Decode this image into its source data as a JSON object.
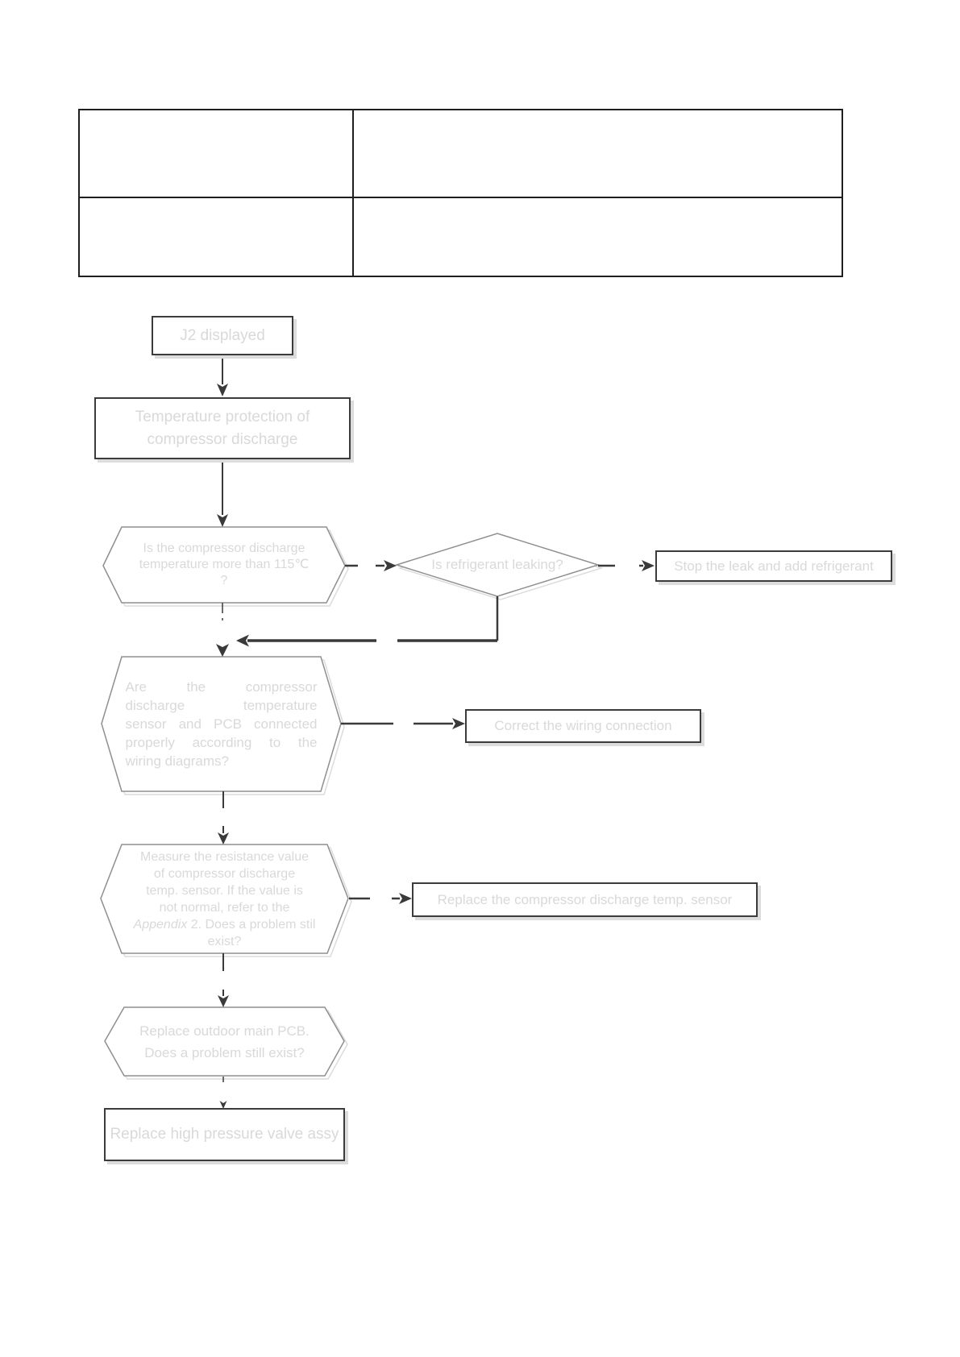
{
  "flowchart": {
    "start": {
      "label": "J2 displayed"
    },
    "protection": {
      "lines": [
        "Temperature protection of",
        "compressor discharge"
      ]
    },
    "q_temp": {
      "lines": [
        "Is the compressor discharge",
        "temperature more than 115℃",
        "?"
      ]
    },
    "q_leak": {
      "label": "Is refrigerant leaking?"
    },
    "stop_leak": {
      "label": "Stop the leak and add refrigerant"
    },
    "q_wiring": {
      "lines": [
        "Are the compressor",
        "discharge temperature",
        "sensor and PCB connected",
        "properly according to the",
        "wiring diagrams?"
      ]
    },
    "correct_wiring": {
      "label": "Correct the wiring connection"
    },
    "q_resistance": {
      "lines": [
        "Measure the resistance value",
        "of compressor discharge",
        "temp. sensor. If the value is",
        "not normal, refer to the"
      ],
      "line5_italic": "Appendix",
      "line5_rest": " 2. Does a problem stil",
      "line6": "exist?"
    },
    "replace_sensor": {
      "label": "Replace the compressor discharge temp. sensor"
    },
    "q_pcb": {
      "lines": [
        "Replace outdoor main PCB.",
        "Does a problem still exist?"
      ]
    },
    "replace_valve": {
      "label": "Replace high pressure valve assy"
    }
  },
  "colors": {
    "node_text": "#d9d9d9",
    "box_border": "#3b3b3b",
    "shape_stroke": "#8f8f8f",
    "arrow": "#3a3a3a",
    "shadow": "#dcdcdc",
    "table_border": "#1f1f1f"
  }
}
